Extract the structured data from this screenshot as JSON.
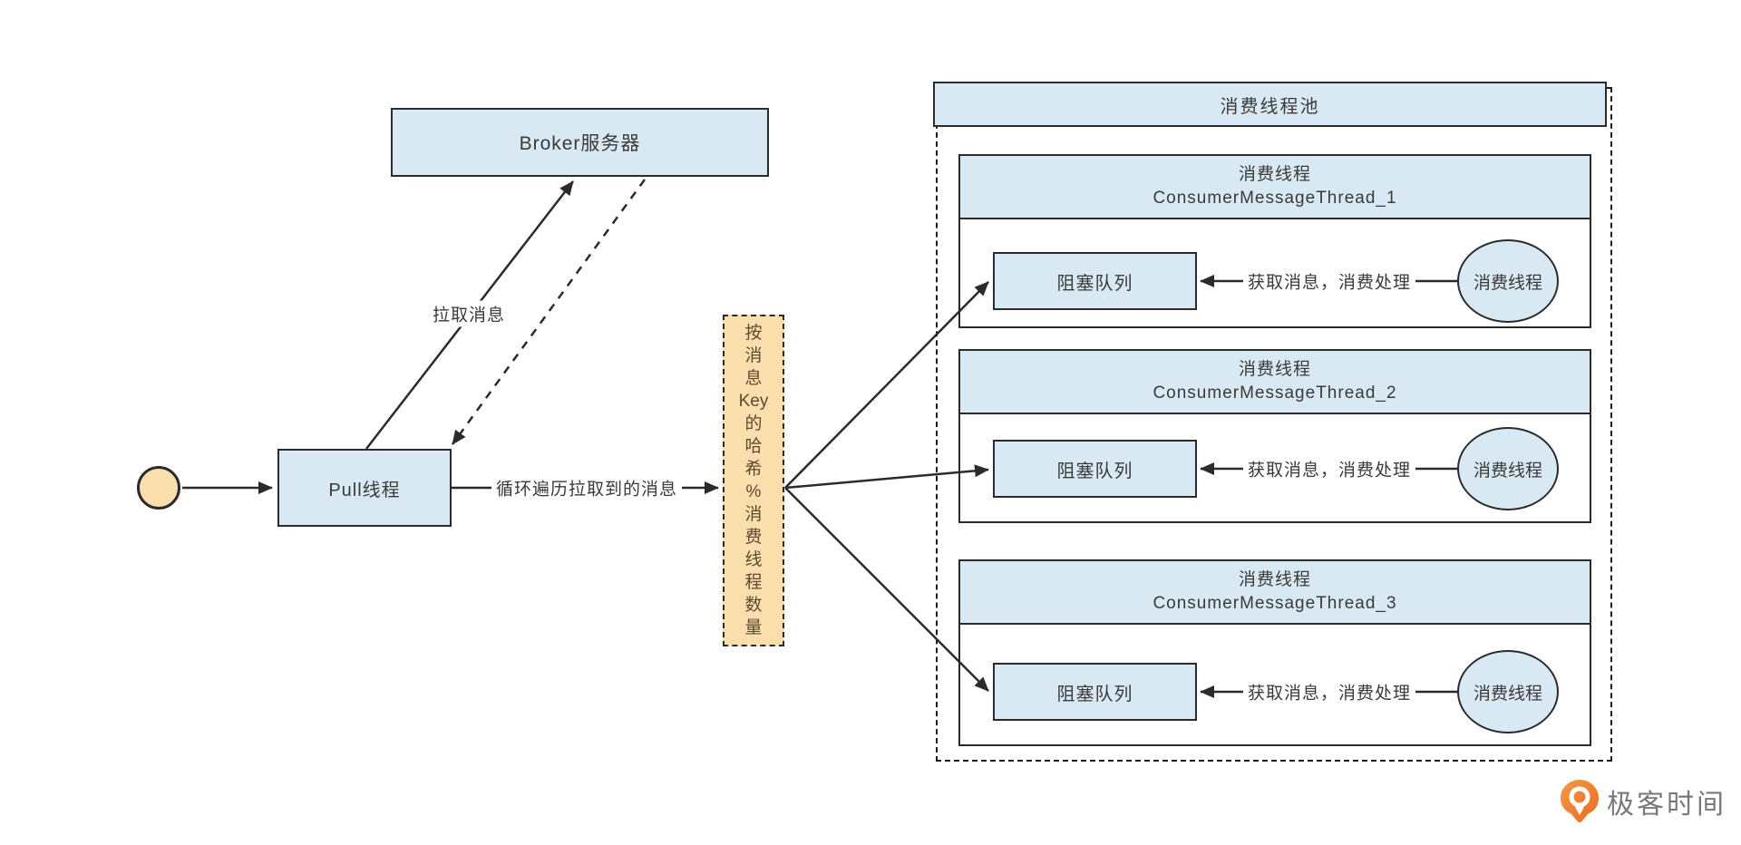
{
  "nodes": {
    "broker": {
      "label": "Broker服务器"
    },
    "pull": {
      "label": "Pull线程"
    },
    "hash": {
      "label": "按消息Key的哈希%消费线程数量",
      "chars": [
        "按",
        "消",
        "息",
        "Key",
        "的",
        "哈",
        "希",
        "%",
        "消",
        "费",
        "线",
        "程",
        "数",
        "量"
      ]
    },
    "pool": {
      "title": "消费线程池"
    },
    "threads": [
      {
        "name": "消费线程",
        "id": "ConsumerMessageThread_1",
        "queue": "阻塞队列",
        "worker": "消费线程",
        "arrow_label": "获取消息，消费处理"
      },
      {
        "name": "消费线程",
        "id": "ConsumerMessageThread_2",
        "queue": "阻塞队列",
        "worker": "消费线程",
        "arrow_label": "获取消息，消费处理"
      },
      {
        "name": "消费线程",
        "id": "ConsumerMessageThread_3",
        "queue": "阻塞队列",
        "worker": "消费线程",
        "arrow_label": "获取消息，消费处理"
      }
    ]
  },
  "edges": {
    "pull_message": "拉取消息",
    "loop_message": "循环遍历拉取到的消息"
  },
  "logo": {
    "text": "极客时间"
  },
  "colors": {
    "box_fill": "#d9e9f3",
    "hash_fill": "#fadfac",
    "start_fill": "#fadfac",
    "border": "#2b2b2b",
    "logo_orange": "#ef7a2b",
    "logo_text": "#77787b",
    "background": "#ffffff"
  }
}
